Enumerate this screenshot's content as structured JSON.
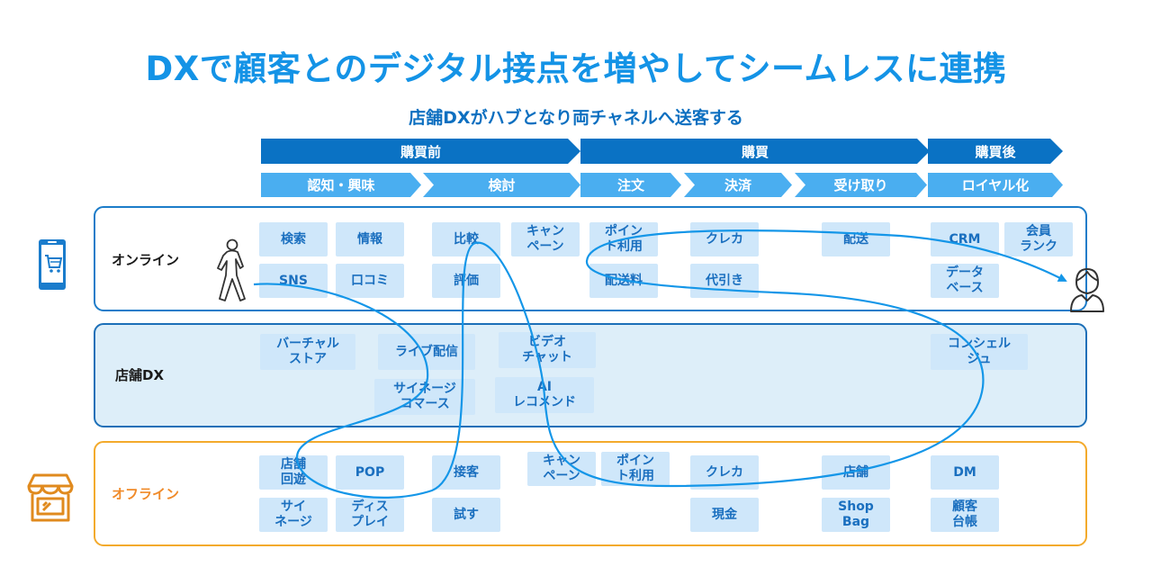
{
  "title": "DXで顧客とのデジタル接点を増やしてシームレスに連携",
  "subtitle": "店舗DXがハブとなり両チャネルへ送客する",
  "phases": [
    "購買前",
    "購買",
    "購買後"
  ],
  "steps": [
    "認知・興味",
    "検討",
    "注文",
    "決済",
    "受け取り",
    "ロイヤル化"
  ],
  "lanes": {
    "online": "オンライン",
    "store": "店舗DX",
    "offline": "オフライン"
  },
  "online_items": [
    "検索",
    "情報",
    "比較",
    "キャン\nペーン",
    "ポイン\nト利用",
    "クレカ",
    "配送",
    "CRM",
    "会員\nランク",
    "SNS",
    "口コミ",
    "評価",
    "配送料",
    "代引き",
    "データ\nベース"
  ],
  "store_items": [
    "バーチャル\nストア",
    "ライブ配信",
    "ビデオ\nチャット",
    "コンシェル\nジュ",
    "サイネージ\nコマース",
    "AI\nレコメンド"
  ],
  "offline_items": [
    "店舗\n回遊",
    "POP",
    "接客",
    "キャン\nペーン",
    "ポイン\nト利用",
    "クレカ",
    "店舗",
    "DM",
    "サイ\nネージ",
    "ディス\nプレイ",
    "試す",
    "現金",
    "Shop\nBag",
    "顧客\n台帳"
  ],
  "colors": {
    "title": "#1493e6",
    "phase_arrow": "#0a72c4",
    "step_arrow": "#4aaef0",
    "item_bg": "#cfe7fa",
    "item_text": "#1a6fbf",
    "online_border": "#1c7cc9",
    "store_bg": "#ddeef9",
    "offline_border": "#f3aa2c",
    "offline_label": "#f08b2a",
    "flow_line": "#1496e8"
  },
  "icons": [
    "smartphone-icon",
    "walking-person-icon",
    "customer-avatar-icon",
    "storefront-icon"
  ]
}
